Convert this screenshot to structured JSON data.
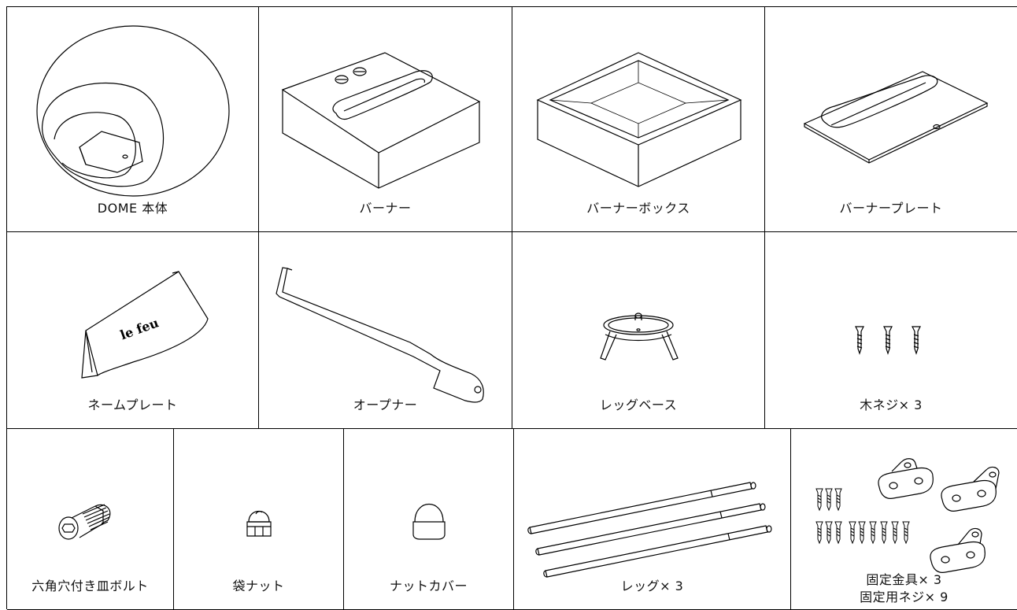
{
  "parts": [
    {
      "id": "dome",
      "label": "DOME 本体",
      "icon": "dome-body-icon"
    },
    {
      "id": "burner",
      "label": "バーナー",
      "icon": "burner-icon"
    },
    {
      "id": "burner-box",
      "label": "バーナーボックス",
      "icon": "burner-box-icon"
    },
    {
      "id": "burner-plate",
      "label": "バーナープレート",
      "icon": "burner-plate-icon"
    },
    {
      "id": "name-plate",
      "label": "ネームプレート",
      "icon": "name-plate-icon",
      "engraving": "le feu"
    },
    {
      "id": "opener",
      "label": "オープナー",
      "icon": "opener-icon"
    },
    {
      "id": "leg-base",
      "label": "レッグベース",
      "icon": "leg-base-icon"
    },
    {
      "id": "wood-screw",
      "label": "木ネジ× 3",
      "icon": "wood-screw-icon"
    },
    {
      "id": "hex-bolt",
      "label": "六角穴付き皿ボルト",
      "icon": "hex-bolt-icon"
    },
    {
      "id": "cap-nut",
      "label": "袋ナット",
      "icon": "cap-nut-icon"
    },
    {
      "id": "nut-cover",
      "label": "ナットカバー",
      "icon": "nut-cover-icon"
    },
    {
      "id": "leg",
      "label": "レッグ× 3",
      "icon": "leg-icon"
    },
    {
      "id": "bracket",
      "label_line1": "固定金具× 3",
      "label_line2": "固定用ネジ× 9",
      "icon": "bracket-set-icon"
    }
  ],
  "colors": {
    "line": "#000000",
    "background": "#ffffff"
  }
}
